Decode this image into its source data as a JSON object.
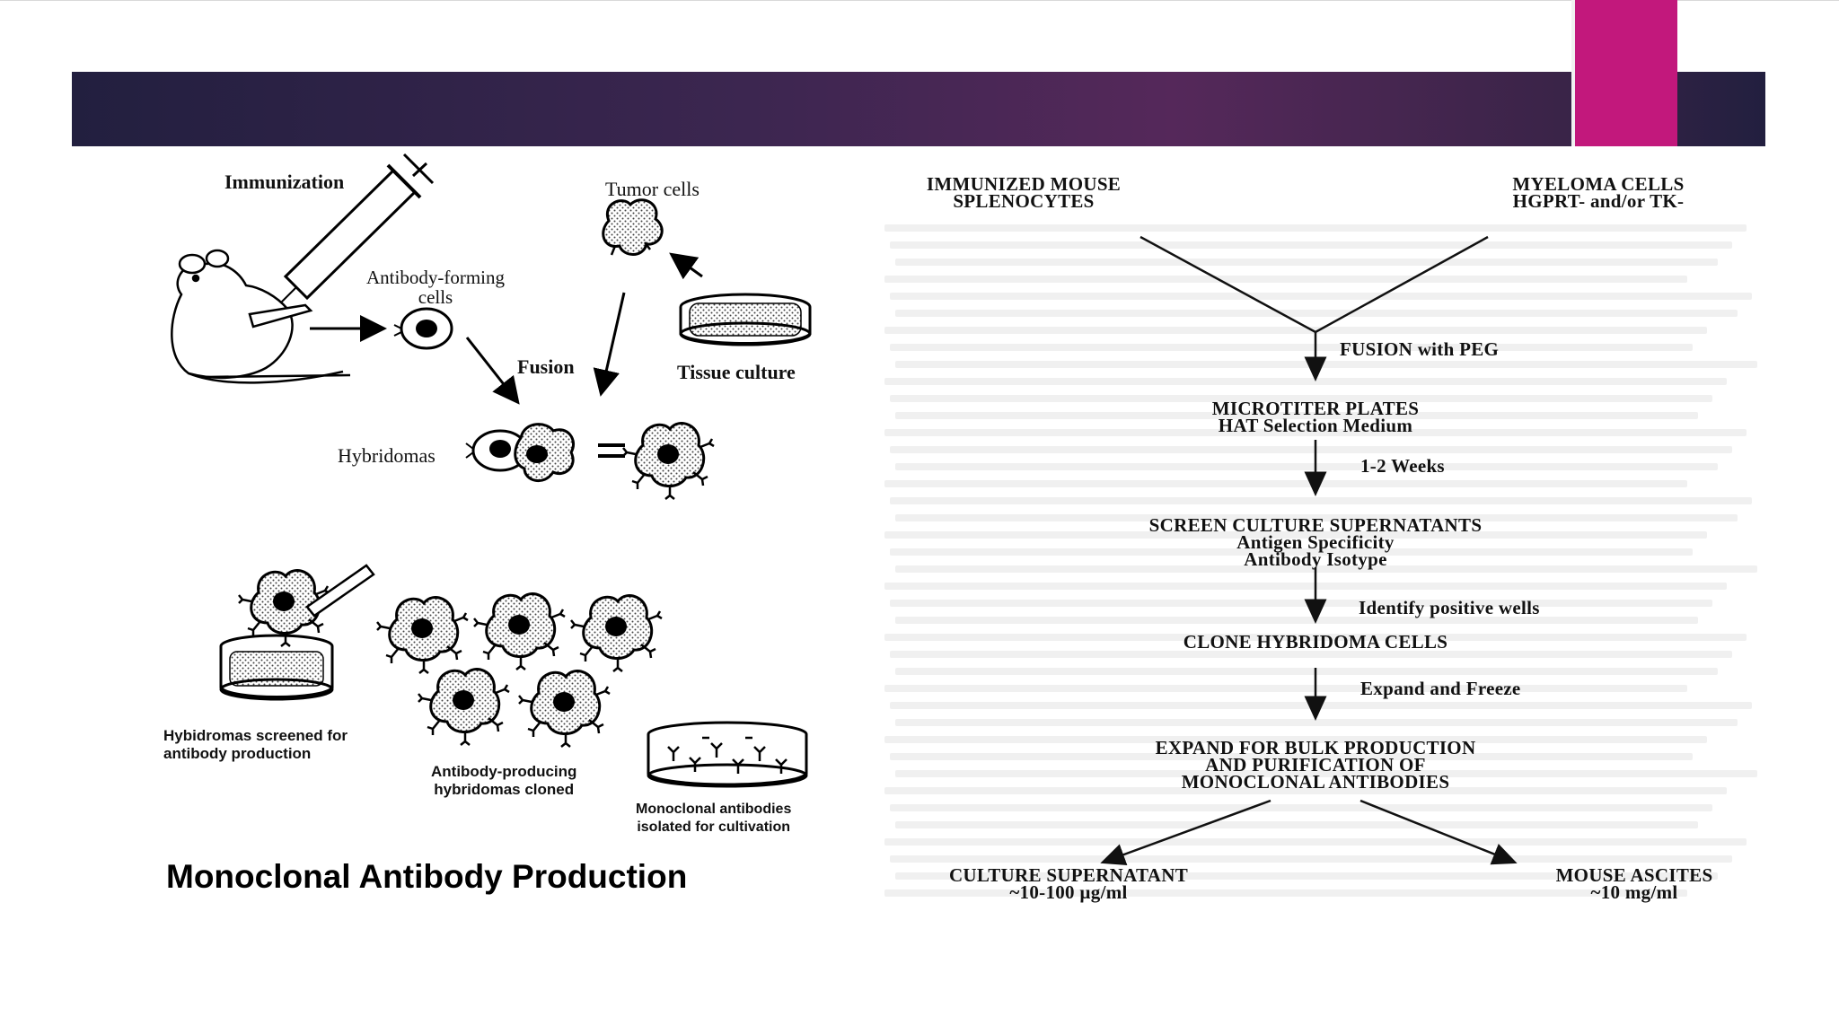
{
  "left_diagram": {
    "immunization": "Immunization",
    "tumor_cells": "Tumor cells",
    "antibody_forming_cells": [
      "Antibody-forming",
      "cells"
    ],
    "fusion": "Fusion",
    "tissue_culture": "Tissue culture",
    "hybridomas": "Hybridomas",
    "equals": "=",
    "screened_caption": [
      "Hybidromas screened for",
      "antibody  production"
    ],
    "cloned_caption": [
      "Antibody-producing",
      "hybridomas cloned"
    ],
    "isolated_caption": [
      "Monoclonal antibodies",
      "isolated for cultivation"
    ],
    "title": "Monoclonal Antibody Production"
  },
  "flowchart": {
    "source_left": [
      "IMMUNIZED MOUSE",
      "SPLENOCYTES"
    ],
    "source_right": [
      "MYELOMA CELLS",
      "HGPRT- and/or TK-"
    ],
    "step_fusion": "FUSION with PEG",
    "plates": [
      "MICROTITER PLATES",
      "HAT Selection Medium"
    ],
    "step_weeks": "1-2 Weeks",
    "screen": [
      "SCREEN CULTURE SUPERNATANTS",
      "Antigen Specificity",
      "Antibody Isotype"
    ],
    "step_identify": "Identify positive wells",
    "clone": "CLONE HYBRIDOMA CELLS",
    "step_expand": "Expand and Freeze",
    "bulk": [
      "EXPAND FOR BULK PRODUCTION",
      "AND PURIFICATION OF",
      "MONOCLONAL ANTIBODIES"
    ],
    "out_left": [
      "CULTURE SUPERNATANT",
      "~10-100 µg/ml"
    ],
    "out_right": [
      "MOUSE ASCITES",
      "~10 mg/ml"
    ]
  },
  "colors": {
    "banner_dark": "#221f3f",
    "banner_purple": "#55285a",
    "accent": "#c2187c"
  }
}
